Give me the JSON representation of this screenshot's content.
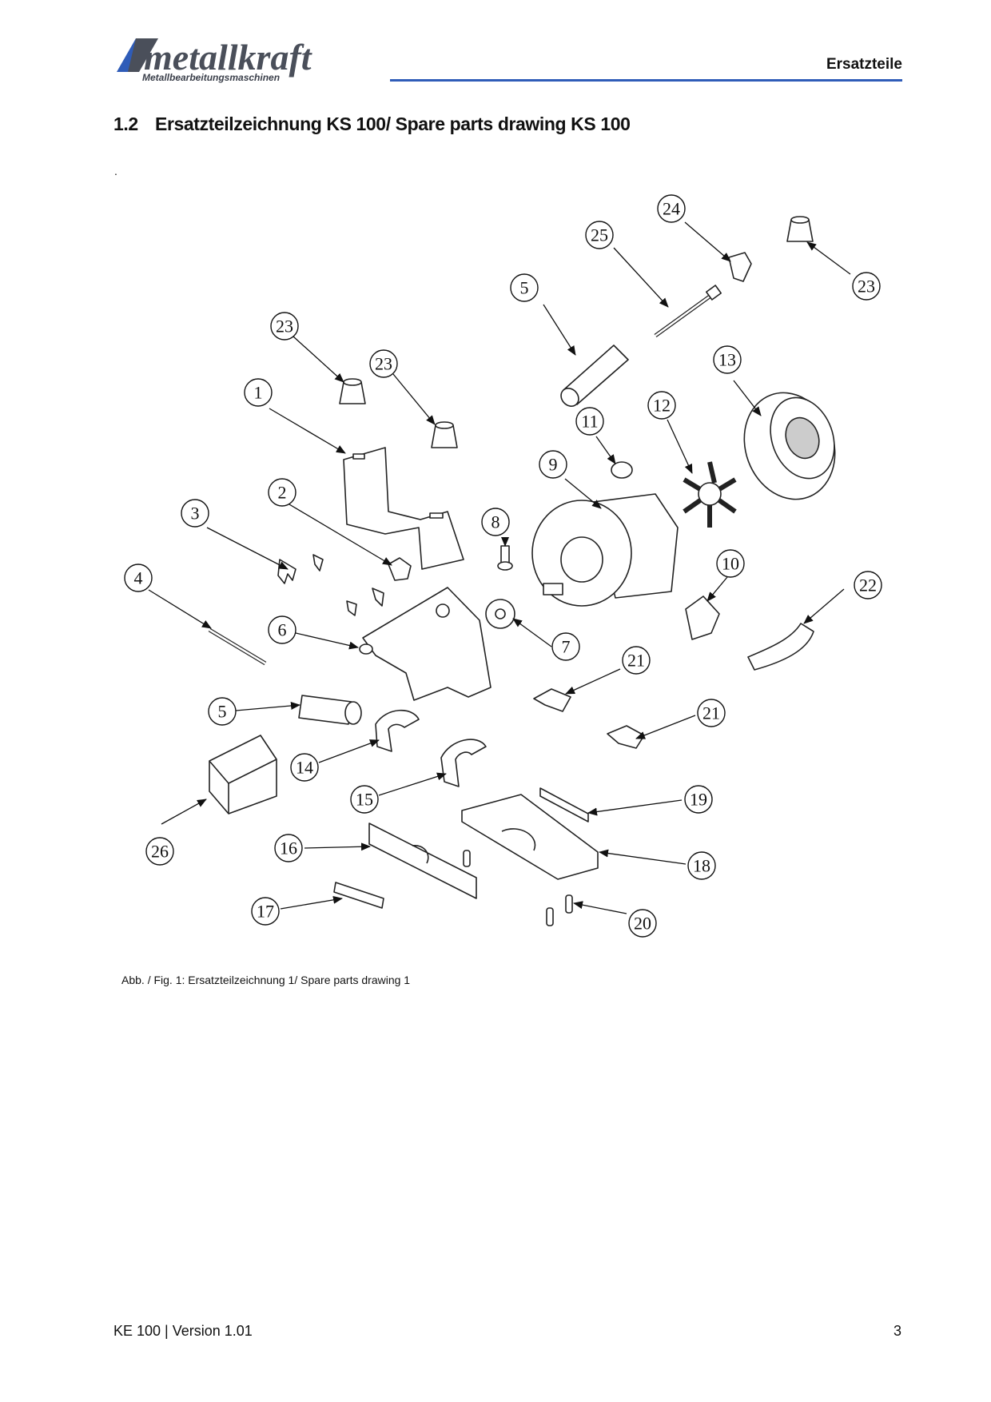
{
  "header": {
    "brand": "metallkraft",
    "brand_subtitle": "Metallbearbeitungsmaschinen",
    "section": "Ersatzteile",
    "brand_color": "#2f5cb8"
  },
  "title": {
    "number": "1.2",
    "text": "Ersatzteilzeichnung KS 100/ Spare parts drawing KS 100"
  },
  "stray_mark": ".",
  "drawing": {
    "callouts": [
      "1",
      "2",
      "3",
      "4",
      "5",
      "5",
      "6",
      "7",
      "8",
      "9",
      "10",
      "11",
      "12",
      "13",
      "14",
      "15",
      "16",
      "17",
      "18",
      "19",
      "20",
      "21",
      "21",
      "22",
      "23",
      "23",
      "23",
      "24",
      "25",
      "26"
    ]
  },
  "caption": "Abb. / Fig. 1: Ersatzteilzeichnung 1/ Spare parts drawing 1",
  "footer": {
    "document": "KE 100 | Version 1.01",
    "page_number": "3"
  }
}
